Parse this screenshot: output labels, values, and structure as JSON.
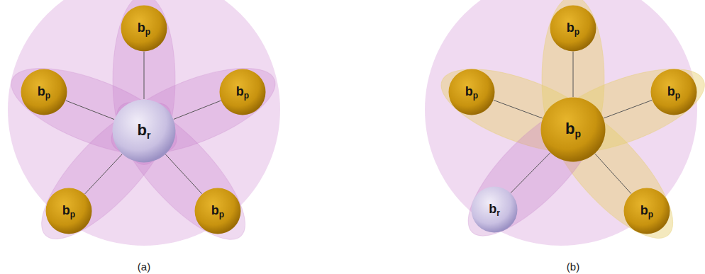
{
  "diagram": {
    "nodes": [
      {
        "text": [
          "bp"
        ]
      },
      {
        "text": [
          "bp"
        ]
      },
      {
        "text": [
          "br"
        ]
      },
      {
        "text": [
          "bp"
        ]
      },
      {
        "text": [
          "bp"
        ]
      },
      {
        "text": [
          "bp"
        ]
      },
      {
        "text": [
          "bp"
        ]
      },
      {
        "text": [
          "bp"
        ]
      },
      {
        "text": [
          "bp"
        ]
      },
      {
        "text": [
          "bp"
        ]
      },
      {
        "text": [
          "br"
        ]
      },
      {
        "text": [
          "bp"
        ]
      }
    ],
    "edges": [
      {
        "from": 2,
        "to": 0,
        "arrow": "none"
      },
      {
        "from": 2,
        "to": 1,
        "arrow": "none"
      },
      {
        "from": 2,
        "to": 3,
        "arrow": "none"
      },
      {
        "from": 2,
        "to": 4,
        "arrow": "none"
      },
      {
        "from": 2,
        "to": 5,
        "arrow": "none"
      },
      {
        "from": 8,
        "to": 6,
        "arrow": "none"
      },
      {
        "from": 8,
        "to": 7,
        "arrow": "none"
      },
      {
        "from": 8,
        "to": 9,
        "arrow": "none"
      },
      {
        "from": 8,
        "to": 10,
        "arrow": "none"
      },
      {
        "from": 8,
        "to": 11,
        "arrow": "none"
      }
    ],
    "labels": [
      "(a)",
      "(b)"
    ]
  }
}
